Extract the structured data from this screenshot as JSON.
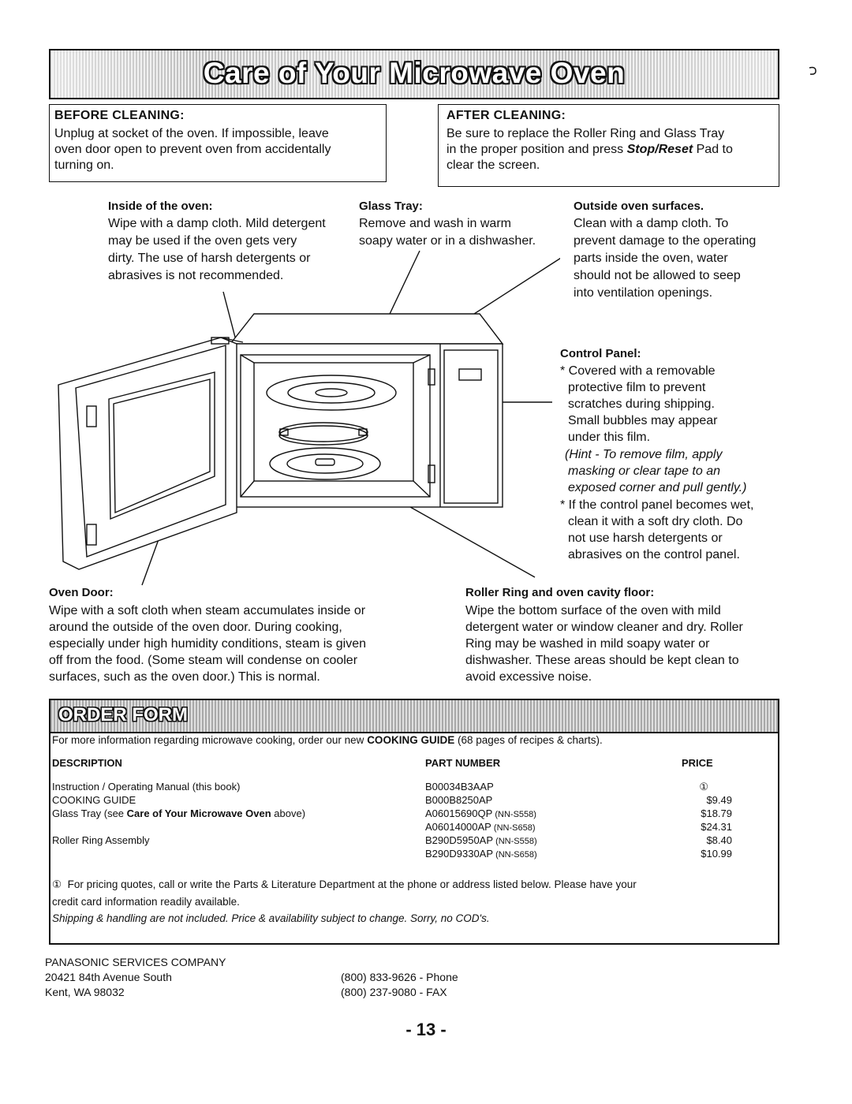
{
  "banner": {
    "title": "Care of Your Microwave Oven"
  },
  "before_cleaning": {
    "heading": "BEFORE CLEANING:",
    "lines": [
      "Unplug at socket of the oven. If impossible, leave",
      "oven door open to prevent oven from accidentally",
      "turning on."
    ]
  },
  "after_cleaning": {
    "heading": "AFTER CLEANING:",
    "line1": "Be sure to replace the Roller Ring and Glass Tray",
    "line2_a": "in the proper position and press ",
    "line2_b": "Stop/Reset",
    "line2_c": " Pad to",
    "line3": "clear the screen."
  },
  "inside_oven": {
    "label": "Inside of the oven:",
    "lines": [
      "Wipe with a damp cloth. Mild detergent",
      "may be used if the oven gets very",
      "dirty. The use of harsh detergents or",
      "abrasives is not recommended."
    ]
  },
  "glass_tray": {
    "label": "Glass Tray:",
    "lines": [
      "Remove and wash in warm",
      "soapy water or in a dishwasher."
    ]
  },
  "outside_surfaces": {
    "label": "Outside oven surfaces.",
    "lines": [
      "Clean with a damp cloth. To",
      "prevent damage to the operating",
      "parts inside the oven, water",
      "should not be allowed to seep",
      "into ventilation openings."
    ]
  },
  "control_panel": {
    "label": "Control Panel:",
    "lines": [
      "* Covered with a removable",
      "protective film to prevent",
      "scratches during shipping.",
      "Small bubbles may appear",
      "under this film."
    ],
    "hint_lines": [
      "(Hint - To remove film, apply",
      "masking or clear tape to an",
      "exposed corner and pull gently.)"
    ],
    "wet_lines": [
      "* If the control panel becomes wet,",
      "clean it with a soft dry cloth.  Do",
      "not use harsh detergents or",
      "abrasives on the control panel."
    ]
  },
  "oven_door": {
    "label": "Oven Door:",
    "lines": [
      "Wipe with a soft cloth when steam accumulates inside or",
      "around the outside of the oven door. During cooking,",
      "especially under high humidity conditions, steam is given",
      "off from the food. (Some steam will condense on cooler",
      "surfaces, such as the oven door.) This is normal."
    ]
  },
  "roller_ring": {
    "label": "Roller Ring and oven cavity floor:",
    "lines": [
      "Wipe the bottom surface of the oven with mild",
      "detergent water or window cleaner and dry. Roller",
      "Ring may be washed in mild soapy water or",
      "dishwasher. These areas should be kept clean to",
      "avoid excessive noise."
    ]
  },
  "order_form": {
    "title": "ORDER FORM",
    "intro_a": "For more information regarding microwave cooking, order our new ",
    "intro_b": "COOKING GUIDE",
    "intro_c": " (68 pages of recipes & charts).",
    "col_description": "DESCRIPTION",
    "col_part": "PART NUMBER",
    "col_price": "PRICE",
    "rows": [
      {
        "desc": "Instruction / Operating Manual (this book)",
        "part": "B00034B3AAP",
        "model": "",
        "price": "①"
      },
      {
        "desc": "COOKING GUIDE",
        "part": "B000B8250AP",
        "model": "",
        "price": "$9.49"
      },
      {
        "desc": "Glass Tray (see ",
        "part": "A06015690QP",
        "model": " (NN-S558)",
        "price": "$18.79"
      },
      {
        "desc": "",
        "part": "A06014000AP",
        "model": " (NN-S658)",
        "price": "$24.31"
      },
      {
        "desc": "Roller Ring Assembly",
        "part": "B290D5950AP",
        "model": " (NN-S558)",
        "price": "$8.40"
      },
      {
        "desc": "",
        "part": "B290D9330AP",
        "model": " (NN-S658)",
        "price": "$10.99"
      }
    ],
    "glass_bold": "Care of Your Microwave Oven",
    "glass_end": " above)",
    "note_mark": "①",
    "note_line1": "For pricing quotes, call or write the Parts & Literature Department at the phone or address listed below. Please have your",
    "note_line2": "credit card information readily available.",
    "shipping": "Shipping & handling are not included. Price & availability subject to change. Sorry, no COD's."
  },
  "company": {
    "name": "PANASONIC SERVICES COMPANY",
    "address1": "20421 84th Avenue South",
    "address2": "Kent, WA  98032",
    "phone": "(800) 833-9626 - Phone",
    "fax": "(800) 237-9080 - FAX"
  },
  "page_number": "- 13 -"
}
